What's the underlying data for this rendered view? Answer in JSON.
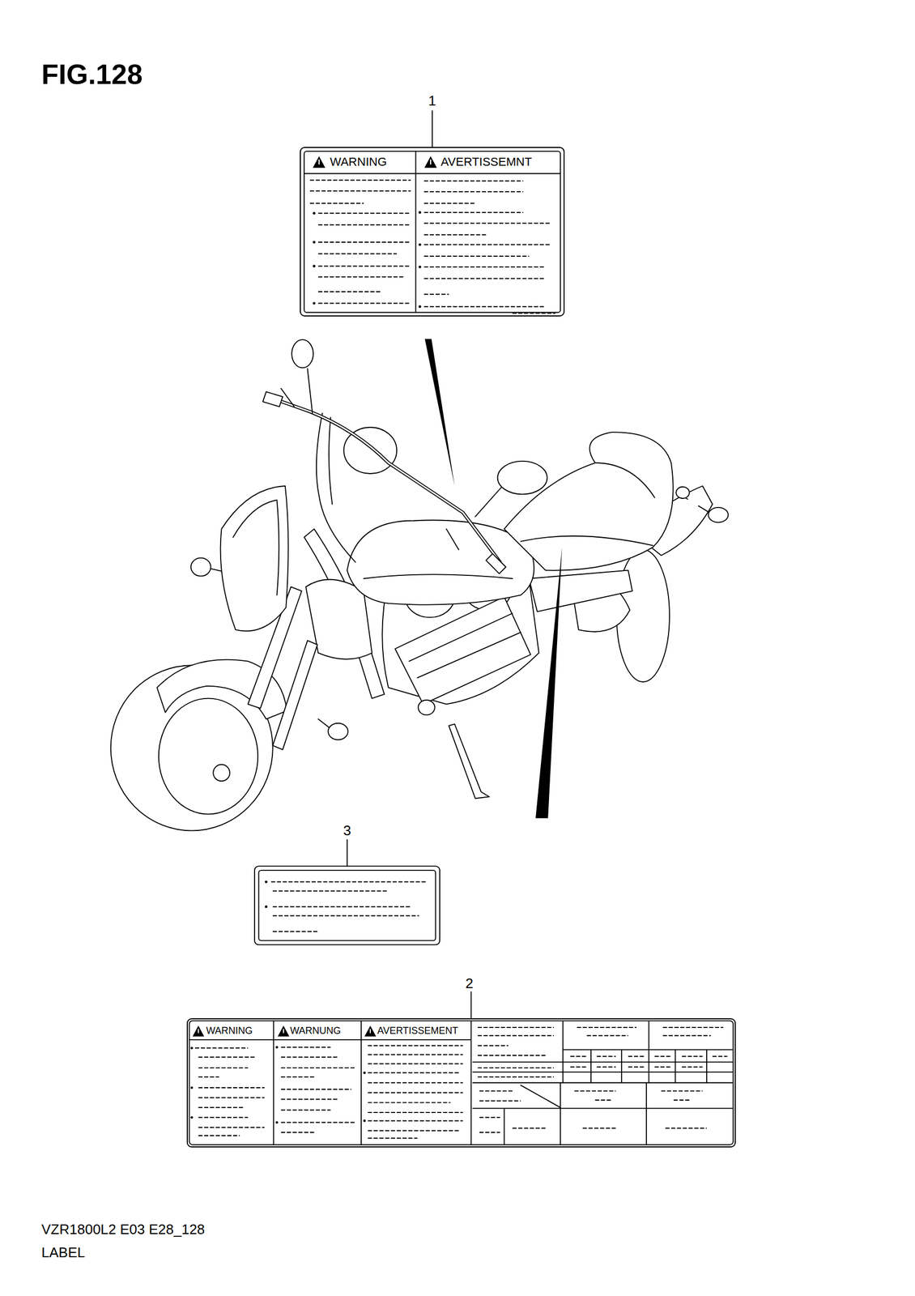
{
  "diagram": {
    "title": "FIG.128",
    "nodes": [
      {
        "text": [
          "WARNING",
          "AVERTISSEMNT"
        ]
      },
      {
        "text": [
          "WARNING",
          "WARNUNG",
          "AVERTISSEMENT"
        ]
      }
    ],
    "labels": [
      "1",
      "3",
      "2",
      "VZR1800L2 E03 E28_128",
      "LABEL"
    ]
  }
}
